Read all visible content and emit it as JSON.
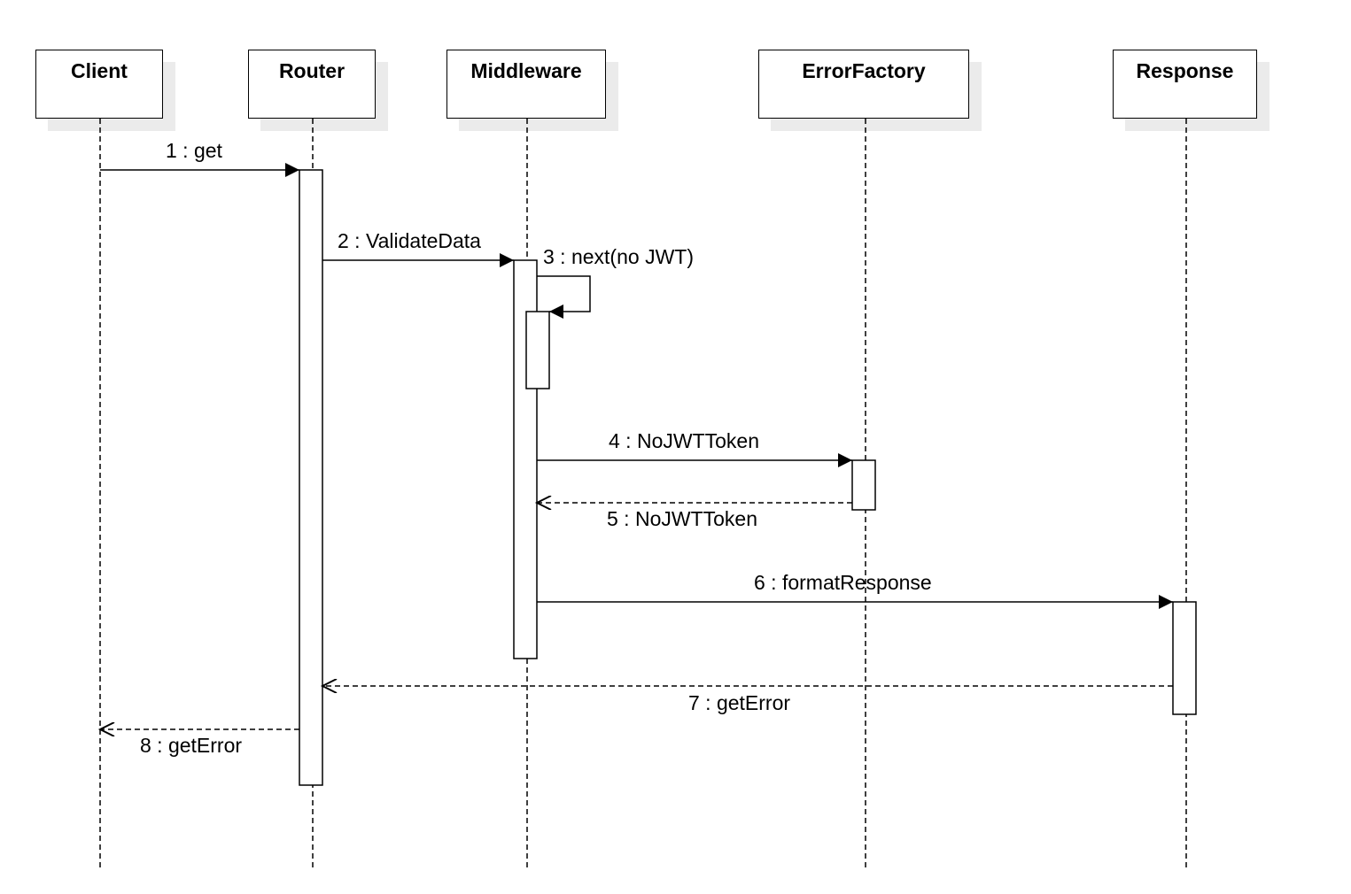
{
  "lifelines": [
    {
      "id": "client",
      "name": "Client"
    },
    {
      "id": "router",
      "name": "Router"
    },
    {
      "id": "middleware",
      "name": "Middleware"
    },
    {
      "id": "errorfactory",
      "name": "ErrorFactory"
    },
    {
      "id": "response",
      "name": "Response"
    }
  ],
  "messages": [
    {
      "label": "1 : get",
      "from": "Client",
      "to": "Router",
      "kind": "call"
    },
    {
      "label": "2 : ValidateData",
      "from": "Router",
      "to": "Middleware",
      "kind": "call"
    },
    {
      "label": "3 : next(no JWT)",
      "from": "Middleware",
      "to": "Middleware",
      "kind": "self-call"
    },
    {
      "label": "4 : NoJWTToken",
      "from": "Middleware",
      "to": "ErrorFactory",
      "kind": "call"
    },
    {
      "label": "5 : NoJWTToken",
      "from": "ErrorFactory",
      "to": "Middleware",
      "kind": "return"
    },
    {
      "label": "6 : formatResponse",
      "from": "Middleware",
      "to": "Response",
      "kind": "call"
    },
    {
      "label": "7 : getError",
      "from": "Response",
      "to": "Router",
      "kind": "return"
    },
    {
      "label": "8 : getError",
      "from": "Router",
      "to": "Client",
      "kind": "return"
    }
  ]
}
